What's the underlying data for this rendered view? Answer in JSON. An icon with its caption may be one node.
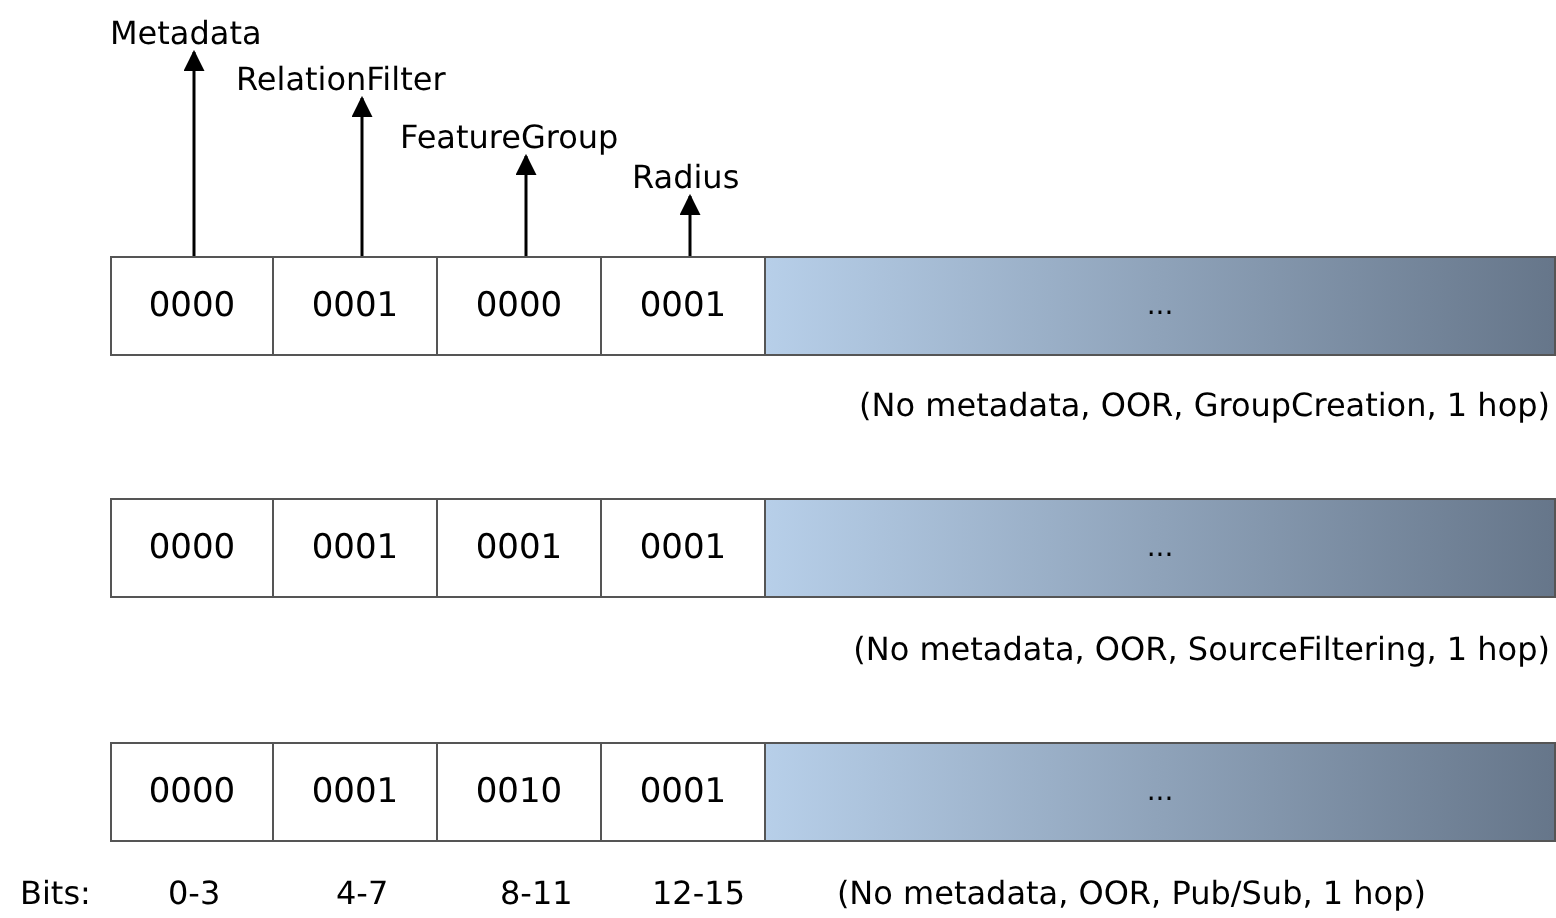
{
  "diagram": {
    "nodes": [
      {
        "text": [
          "Metadata"
        ]
      },
      {
        "text": [
          "RelationFilter"
        ]
      },
      {
        "text": [
          "FeatureGroup"
        ]
      },
      {
        "text": [
          "Radius"
        ]
      },
      {
        "text": [
          "0000"
        ]
      },
      {
        "text": [
          "0001"
        ]
      },
      {
        "text": [
          "0000"
        ]
      },
      {
        "text": [
          "0001"
        ]
      },
      {
        "text": [
          "..."
        ]
      },
      {
        "text": [
          "0000"
        ]
      },
      {
        "text": [
          "0001"
        ]
      },
      {
        "text": [
          "0001"
        ]
      },
      {
        "text": [
          "0001"
        ]
      },
      {
        "text": [
          "..."
        ]
      },
      {
        "text": [
          "0000"
        ]
      },
      {
        "text": [
          "0001"
        ]
      },
      {
        "text": [
          "0010"
        ]
      },
      {
        "text": [
          "0001"
        ]
      },
      {
        "text": [
          "..."
        ]
      }
    ],
    "edges": [
      {
        "from": 4,
        "to": 0,
        "arrow": "to"
      },
      {
        "from": 5,
        "to": 1,
        "arrow": "to"
      },
      {
        "from": 6,
        "to": 2,
        "arrow": "to"
      },
      {
        "from": 7,
        "to": 3,
        "arrow": "to"
      }
    ],
    "labels": [
      "(No metadata, OOR, GroupCreation, 1 hop)",
      "(No metadata, OOR, SourceFiltering, 1 hop)",
      "Bits:",
      "0-3",
      "4-7",
      "8-11",
      "12-15",
      "(No metadata, OOR, Pub/Sub, 1 hop)"
    ]
  }
}
